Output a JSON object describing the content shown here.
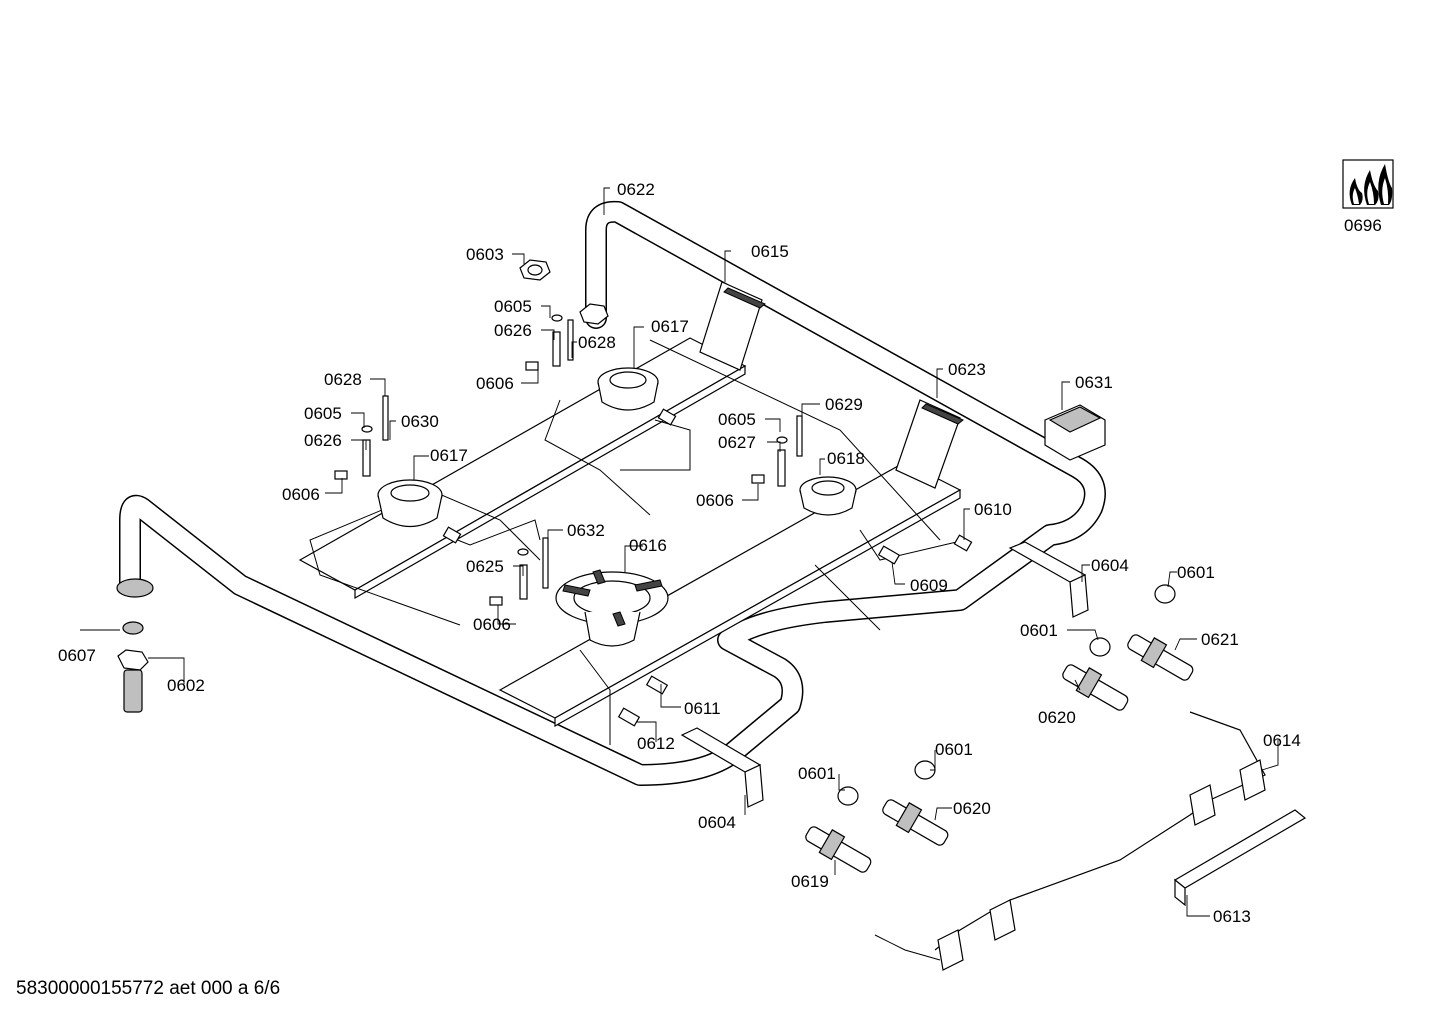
{
  "document": {
    "footer_code": "58300000155772 aet 000 a 6/6"
  },
  "symbol": {
    "icon": "gas-flames-icon",
    "label": "0696"
  },
  "parts": [
    {
      "id": "p0622",
      "label": "0622"
    },
    {
      "id": "p0603",
      "label": "0603"
    },
    {
      "id": "p0615",
      "label": "0615"
    },
    {
      "id": "p0605a",
      "label": "0605"
    },
    {
      "id": "p0626a",
      "label": "0626"
    },
    {
      "id": "p0628a",
      "label": "0628"
    },
    {
      "id": "p0617a",
      "label": "0617"
    },
    {
      "id": "p0606a",
      "label": "0606"
    },
    {
      "id": "p0623",
      "label": "0623"
    },
    {
      "id": "p0631",
      "label": "0631"
    },
    {
      "id": "p0628b",
      "label": "0628"
    },
    {
      "id": "p0605b",
      "label": "0605"
    },
    {
      "id": "p0630",
      "label": "0630"
    },
    {
      "id": "p0626b",
      "label": "0626"
    },
    {
      "id": "p0617b",
      "label": "0617"
    },
    {
      "id": "p0606b",
      "label": "0606"
    },
    {
      "id": "p0605c",
      "label": "0605"
    },
    {
      "id": "p0629",
      "label": "0629"
    },
    {
      "id": "p0627",
      "label": "0627"
    },
    {
      "id": "p0618",
      "label": "0618"
    },
    {
      "id": "p0606c",
      "label": "0606"
    },
    {
      "id": "p0610",
      "label": "0610"
    },
    {
      "id": "p0632",
      "label": "0632"
    },
    {
      "id": "p0616",
      "label": "0616"
    },
    {
      "id": "p0625",
      "label": "0625"
    },
    {
      "id": "p0606d",
      "label": "0606"
    },
    {
      "id": "p0609",
      "label": "0609"
    },
    {
      "id": "p0604a",
      "label": "0604"
    },
    {
      "id": "p0601a",
      "label": "0601"
    },
    {
      "id": "p0607",
      "label": "0607"
    },
    {
      "id": "p0602",
      "label": "0602"
    },
    {
      "id": "p0601b",
      "label": "0601"
    },
    {
      "id": "p0621",
      "label": "0621"
    },
    {
      "id": "p0620a",
      "label": "0620"
    },
    {
      "id": "p0611",
      "label": "0611"
    },
    {
      "id": "p0612",
      "label": "0612"
    },
    {
      "id": "p0614",
      "label": "0614"
    },
    {
      "id": "p0601c",
      "label": "0601"
    },
    {
      "id": "p0601d",
      "label": "0601"
    },
    {
      "id": "p0620b",
      "label": "0620"
    },
    {
      "id": "p0604b",
      "label": "0604"
    },
    {
      "id": "p0619",
      "label": "0619"
    },
    {
      "id": "p0613",
      "label": "0613"
    }
  ]
}
